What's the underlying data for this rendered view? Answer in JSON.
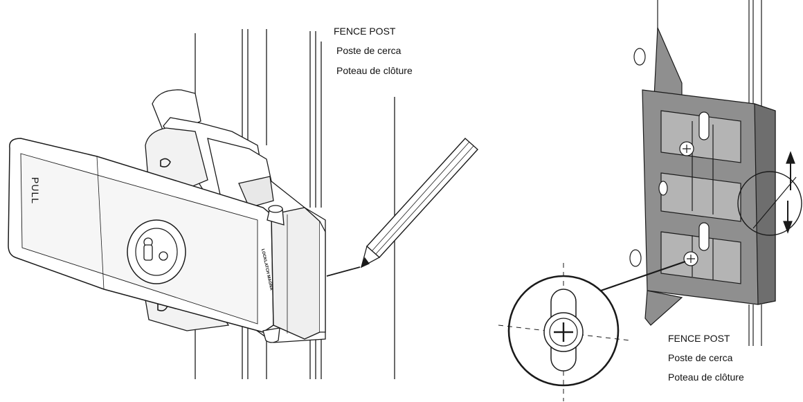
{
  "figure_left": {
    "label_lines": [
      "FENCE POST",
      "Poste de cerca",
      "Poteau de clôture"
    ],
    "handle_text": "PULL",
    "brand_text": "LOCKLATCH MAGNA"
  },
  "figure_right": {
    "label_lines": [
      "FENCE POST",
      "Poste de cerca",
      "Poteau de clôture"
    ]
  },
  "colors": {
    "stroke": "#1a1a1a",
    "bracket_fill": "#8f8f8f",
    "bracket_dark": "#6e6e6e",
    "bracket_light": "#b4b4b4",
    "latch_fill": "#ffffff",
    "latch_shade": "#e6e6e6"
  }
}
